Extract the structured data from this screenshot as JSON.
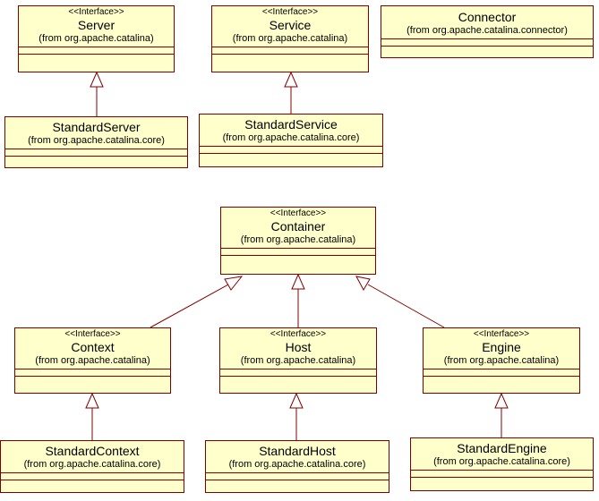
{
  "classes": {
    "server": {
      "stereotype": "<<Interface>>",
      "name": "Server",
      "package": "(from org.apache.catalina)"
    },
    "service": {
      "stereotype": "<<Interface>>",
      "name": "Service",
      "package": "(from org.apache.catalina)"
    },
    "connector": {
      "name": "Connector",
      "package": "(from org.apache.catalina.connector)"
    },
    "standard_server": {
      "name": "StandardServer",
      "package": "(from org.apache.catalina.core)"
    },
    "standard_service": {
      "name": "StandardService",
      "package": "(from org.apache.catalina.core)"
    },
    "container": {
      "stereotype": "<<Interface>>",
      "name": "Container",
      "package": "(from org.apache.catalina)"
    },
    "context": {
      "stereotype": "<<Interface>>",
      "name": "Context",
      "package": "(from org.apache.catalina)"
    },
    "host": {
      "stereotype": "<<Interface>>",
      "name": "Host",
      "package": "(from org.apache.catalina)"
    },
    "engine": {
      "stereotype": "<<Interface>>",
      "name": "Engine",
      "package": "(from org.apache.catalina)"
    },
    "standard_context": {
      "name": "StandardContext",
      "package": "(from org.apache.catalina.core)"
    },
    "standard_host": {
      "name": "StandardHost",
      "package": "(from org.apache.catalina.core)"
    },
    "standard_engine": {
      "name": "StandardEngine",
      "package": "(from org.apache.catalina.core)"
    }
  },
  "relationships": [
    {
      "from": "standard_server",
      "to": "server",
      "type": "realization"
    },
    {
      "from": "standard_service",
      "to": "service",
      "type": "realization"
    },
    {
      "from": "context",
      "to": "container",
      "type": "generalization"
    },
    {
      "from": "host",
      "to": "container",
      "type": "generalization"
    },
    {
      "from": "engine",
      "to": "container",
      "type": "generalization"
    },
    {
      "from": "standard_context",
      "to": "context",
      "type": "realization"
    },
    {
      "from": "standard_host",
      "to": "host",
      "type": "realization"
    },
    {
      "from": "standard_engine",
      "to": "engine",
      "type": "realization"
    }
  ],
  "colors": {
    "box_fill": "#ffffcc",
    "border": "#800000",
    "text": "#000000"
  }
}
